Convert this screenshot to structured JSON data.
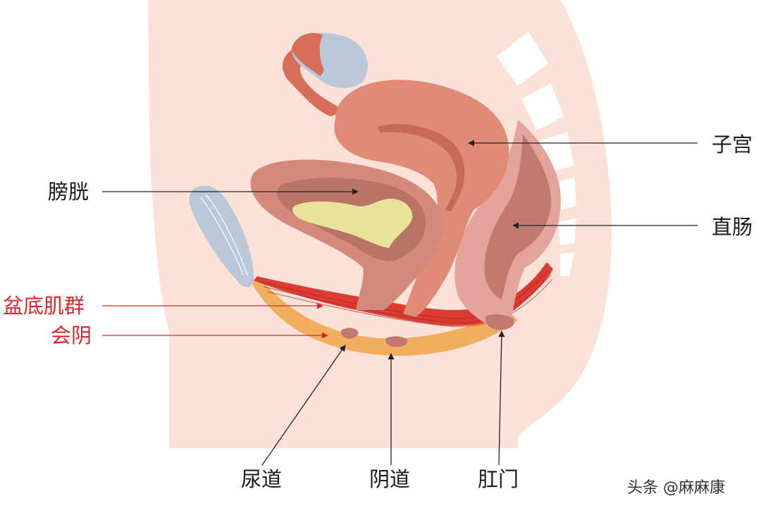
{
  "labels": {
    "uterus": "子宫",
    "bladder": "膀胱",
    "rectum": "直肠",
    "pelvic_floor": "盆底肌群",
    "perineum": "会阴",
    "urethra": "尿道",
    "vagina": "阴道",
    "anus": "肛门"
  },
  "watermark": "头条 @麻麻康",
  "colors": {
    "skin": "#fbe1d8",
    "uterus": "#e08a78",
    "bladder_wall": "#d48a7a",
    "urine": "#e8e29a",
    "rectum": "#e4a39b",
    "bone": "#ffffff",
    "pubic_bone": "#b9c7d8",
    "muscle": "#dd3a32",
    "perineum": "#f2ad5e",
    "red_label": "#d9252b",
    "leader_line": "#222222"
  }
}
